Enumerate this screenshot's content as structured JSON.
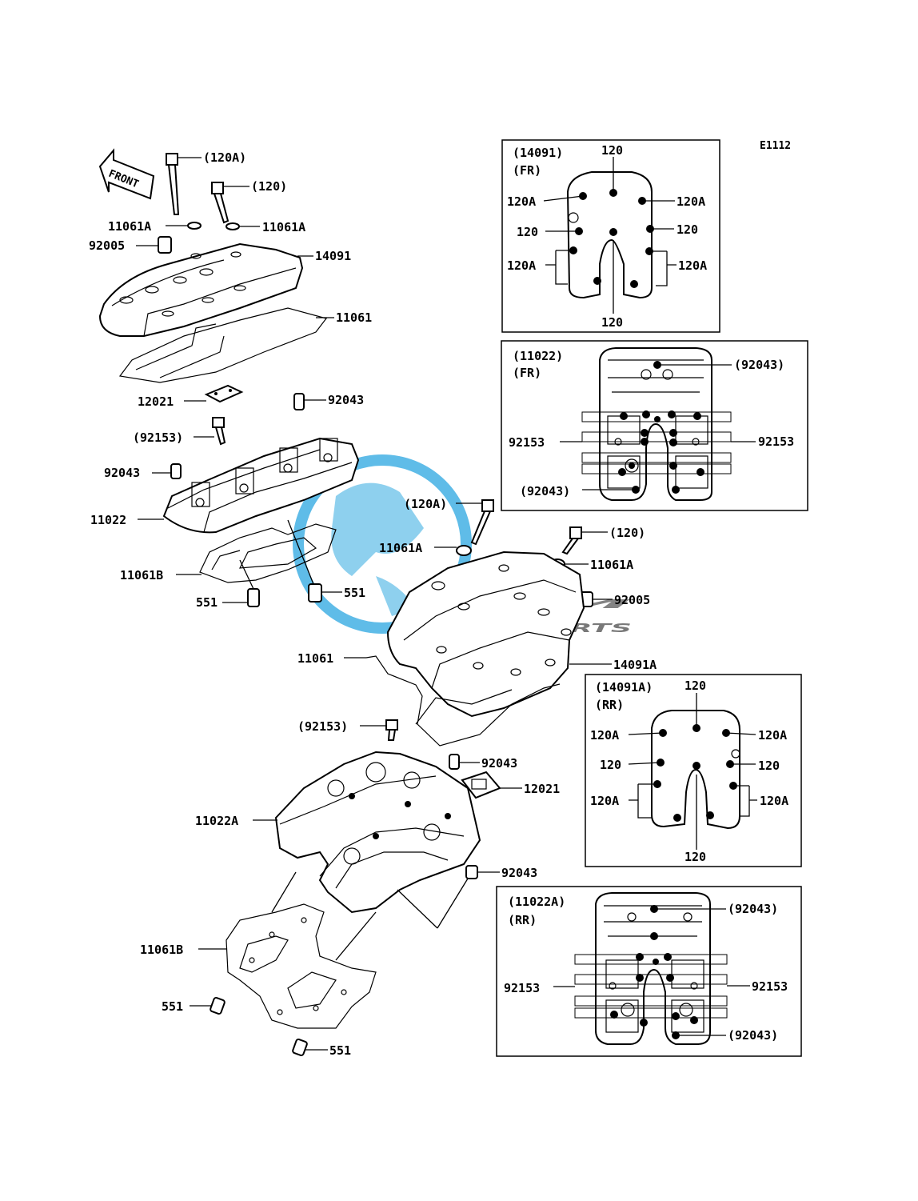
{
  "diagram_code": "E1112",
  "front_label": "FRONT",
  "watermark": {
    "logo": "GSM",
    "text": "MOTORPARTS",
    "color": "#2aa6e0"
  },
  "labels": {
    "l120A_top": "(120A)",
    "l120_top": "(120)",
    "l11061A_left": "11061A",
    "l11061A_right": "11061A",
    "l92005_top": "92005",
    "l14091": "14091",
    "l11061_top": "11061",
    "l12021_top": "12021",
    "l92043_top": "92043",
    "l92153_top": "(92153)",
    "l92043_left": "92043",
    "l11022": "11022",
    "l11061B_top": "11061B",
    "l551_a": "551",
    "l551_b": "551",
    "l120A_mid": "(120A)",
    "l120_mid": "(120)",
    "l11061A_mid_left": "11061A",
    "l11061A_mid_right": "11061A",
    "l92005_mid": "92005",
    "l14091A": "14091A",
    "l11061_mid": "11061",
    "l92153_mid": "(92153)",
    "l92043_mid": "92043",
    "l12021_mid": "12021",
    "l11022A": "11022A",
    "l92043_low": "92043",
    "l11061B_low": "11061B",
    "l551_c": "551",
    "l551_d": "551"
  },
  "insets": {
    "fr_cover": {
      "title": "(14091)",
      "side": "(FR)",
      "top": "120",
      "bottom": "120",
      "left_a": "120A",
      "right_a": "120A",
      "left_b": "120",
      "right_b": "120",
      "left_c": "120A",
      "right_c": "120A"
    },
    "fr_head": {
      "title": "(11022)",
      "side": "(FR)",
      "top_right": "(92043)",
      "left": "92153",
      "right": "92153",
      "bottom_left": "(92043)"
    },
    "rr_cover": {
      "title": "(14091A)",
      "side": "(RR)",
      "top": "120",
      "bottom": "120",
      "left_a": "120A",
      "right_a": "120A",
      "left_b": "120",
      "right_b": "120",
      "left_c": "120A",
      "right_c": "120A"
    },
    "rr_head": {
      "title": "(11022A)",
      "side": "(RR)",
      "top_right": "(92043)",
      "left": "92153",
      "right": "92153",
      "bottom_right": "(92043)"
    }
  }
}
